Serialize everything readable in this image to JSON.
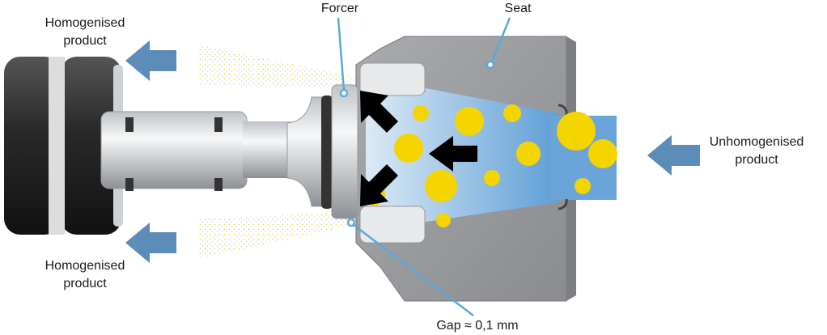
{
  "diagram": {
    "labels": {
      "forcer": "Forcer",
      "seat": "Seat",
      "homogenised_top": "Homogenised product",
      "homogenised_bottom": "Homogenised product",
      "unhomogenised": "Unhomogenised product",
      "gap": "Gap ≈ 0,1 mm"
    },
    "colors": {
      "flow_arrow": "#5b8db8",
      "leader_line": "#5aa9dc",
      "seat": "#9a9c9f",
      "fluid": "#7fb3e0",
      "particle": "#f4d500",
      "force_arrow": "#000000"
    }
  }
}
